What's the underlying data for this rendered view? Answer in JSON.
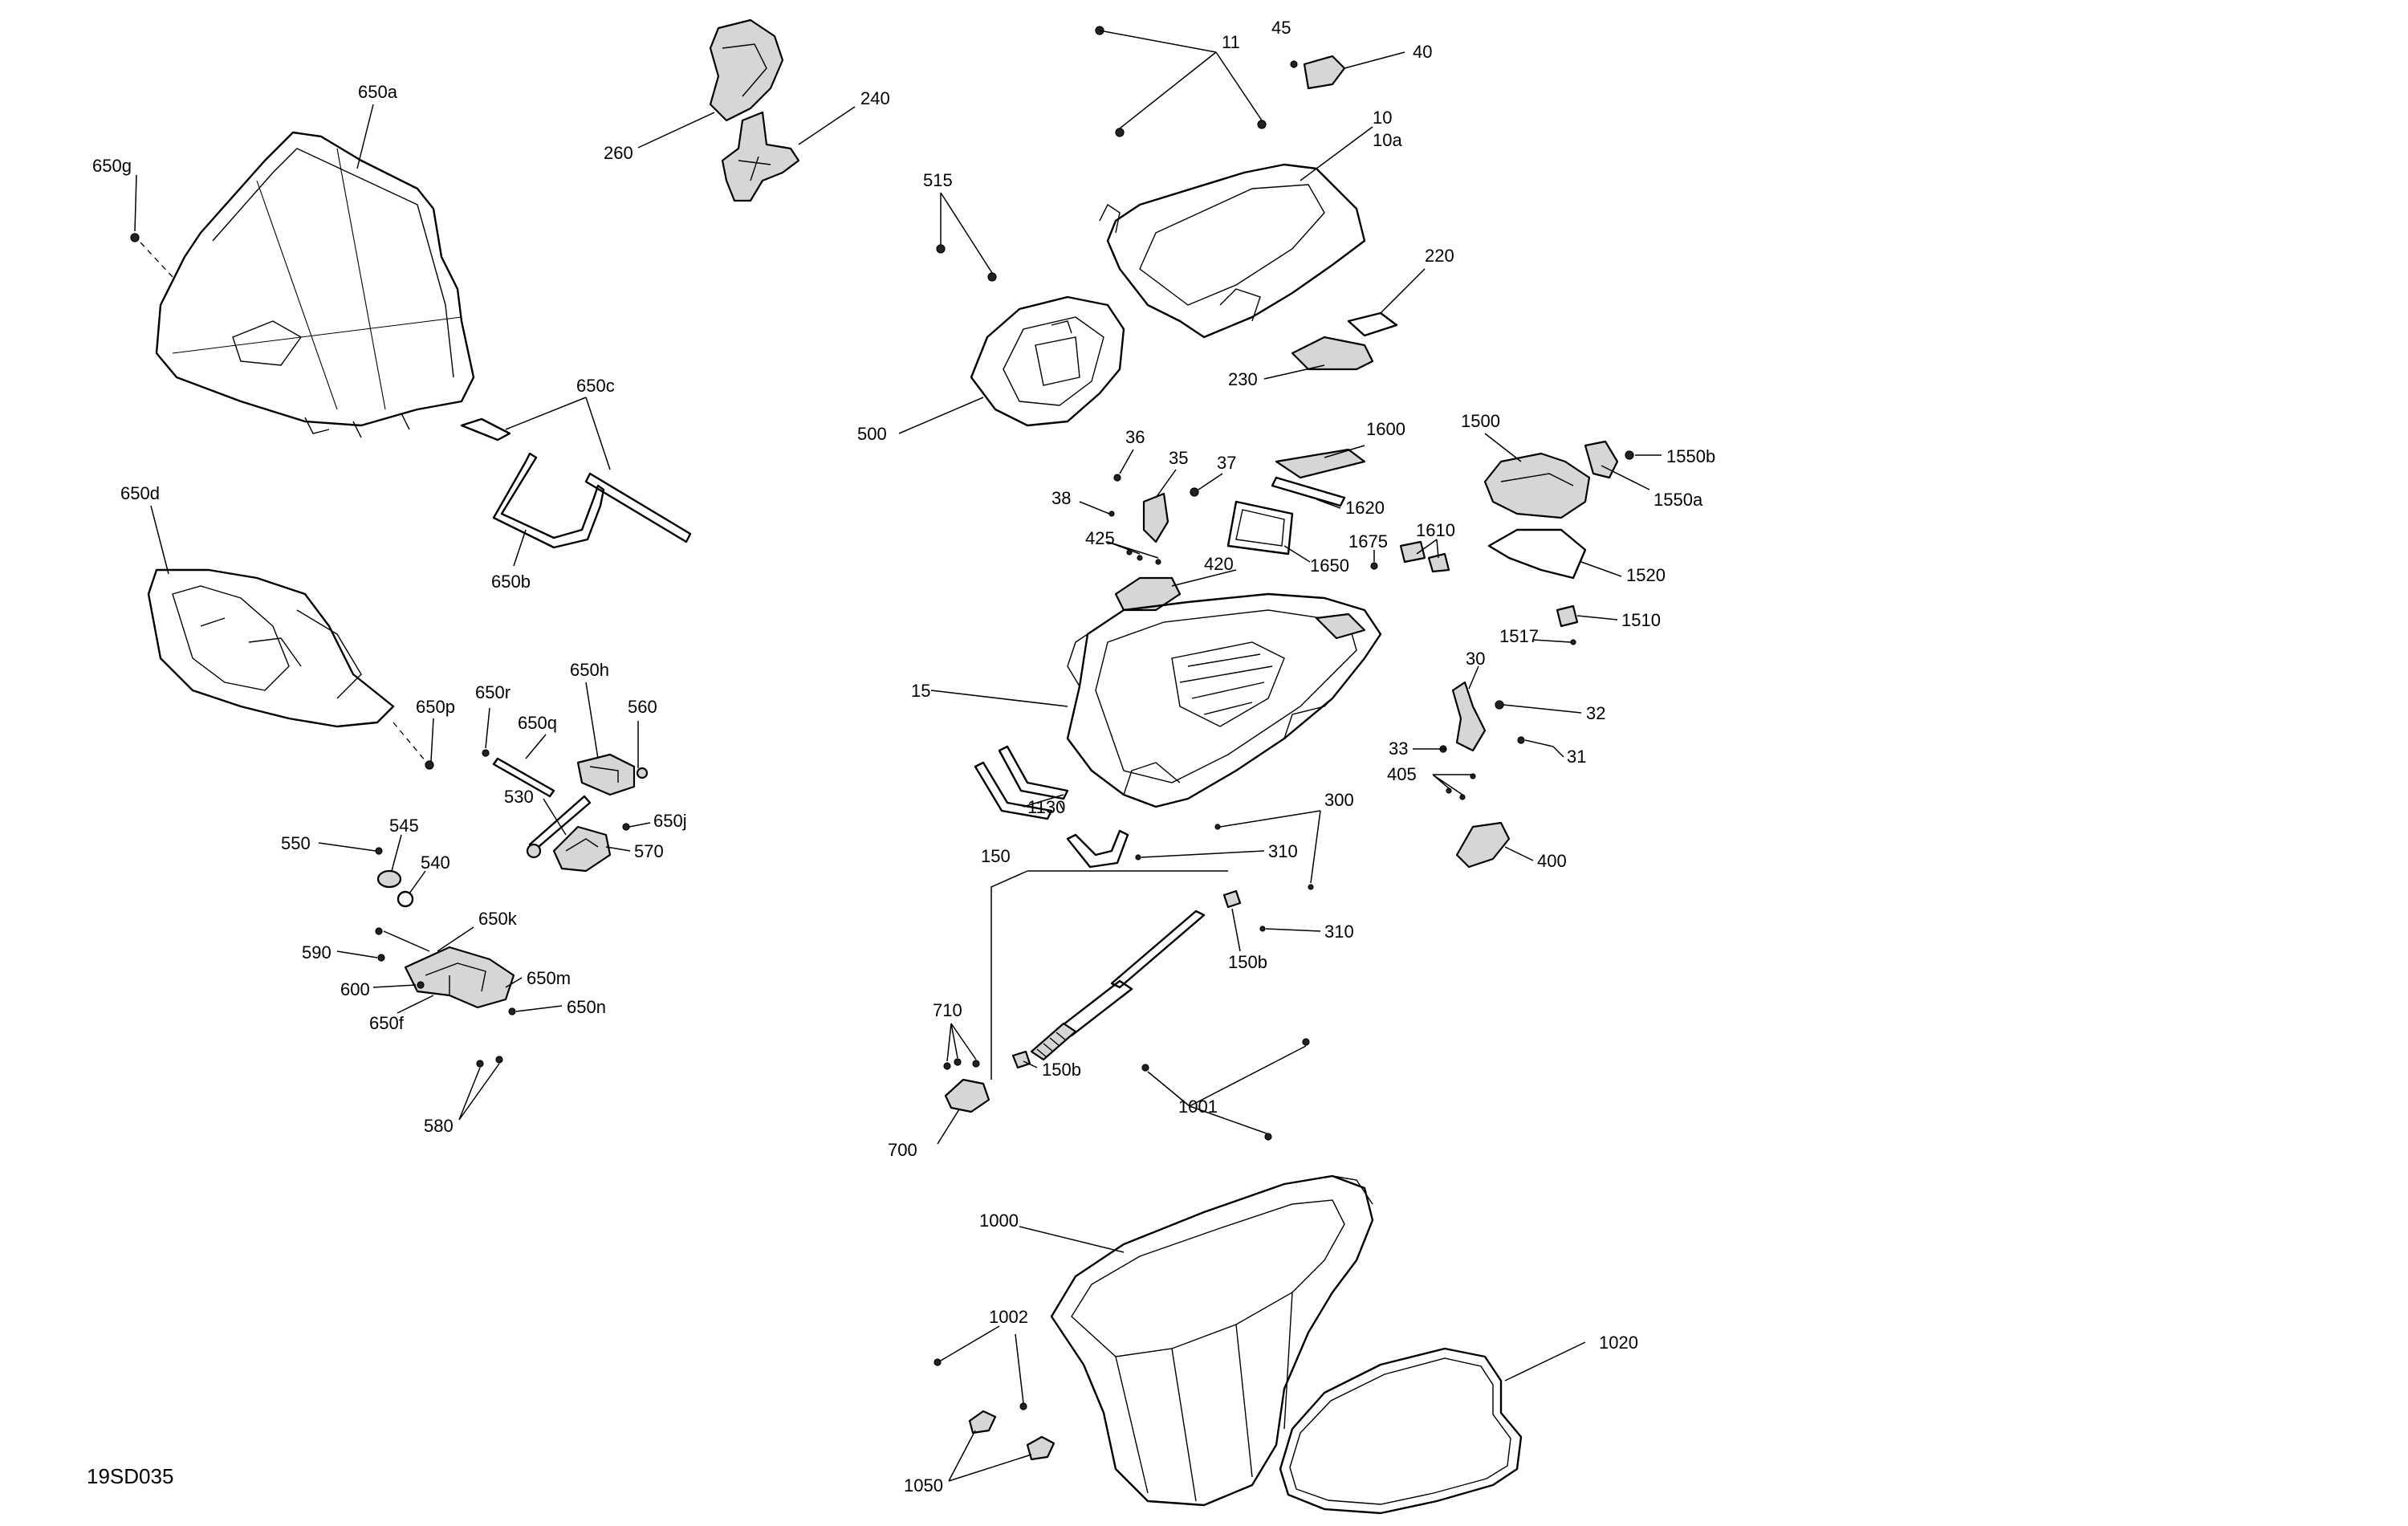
{
  "diagram_code": "19SD035",
  "labels": [
    {
      "id": "l650a",
      "text": "650a"
    },
    {
      "id": "l650g",
      "text": "650g"
    },
    {
      "id": "l260",
      "text": "260"
    },
    {
      "id": "l240",
      "text": "240"
    },
    {
      "id": "l11",
      "text": "11"
    },
    {
      "id": "l45",
      "text": "45"
    },
    {
      "id": "l40",
      "text": "40"
    },
    {
      "id": "l10",
      "text": "10"
    },
    {
      "id": "l10a",
      "text": "10a"
    },
    {
      "id": "l515",
      "text": "515"
    },
    {
      "id": "l220",
      "text": "220"
    },
    {
      "id": "l230",
      "text": "230"
    },
    {
      "id": "l500",
      "text": "500"
    },
    {
      "id": "l650c",
      "text": "650c"
    },
    {
      "id": "l650b",
      "text": "650b"
    },
    {
      "id": "l650d",
      "text": "650d"
    },
    {
      "id": "l36",
      "text": "36"
    },
    {
      "id": "l35",
      "text": "35"
    },
    {
      "id": "l37",
      "text": "37"
    },
    {
      "id": "l1600",
      "text": "1600"
    },
    {
      "id": "l1500",
      "text": "1500"
    },
    {
      "id": "l1550b",
      "text": "1550b"
    },
    {
      "id": "l1550a",
      "text": "1550a"
    },
    {
      "id": "l38",
      "text": "38"
    },
    {
      "id": "l1620",
      "text": "1620"
    },
    {
      "id": "l425",
      "text": "425"
    },
    {
      "id": "l1675",
      "text": "1675"
    },
    {
      "id": "l1610",
      "text": "1610"
    },
    {
      "id": "l1650",
      "text": "1650"
    },
    {
      "id": "l420",
      "text": "420"
    },
    {
      "id": "l1520",
      "text": "1520"
    },
    {
      "id": "l1510",
      "text": "1510"
    },
    {
      "id": "l1517",
      "text": "1517"
    },
    {
      "id": "l15",
      "text": "15"
    },
    {
      "id": "l30",
      "text": "30"
    },
    {
      "id": "l32",
      "text": "32"
    },
    {
      "id": "l650h",
      "text": "650h"
    },
    {
      "id": "l650r",
      "text": "650r"
    },
    {
      "id": "l650p",
      "text": "650p"
    },
    {
      "id": "l650q",
      "text": "650q"
    },
    {
      "id": "l560",
      "text": "560"
    },
    {
      "id": "l33",
      "text": "33"
    },
    {
      "id": "l31",
      "text": "31"
    },
    {
      "id": "l405",
      "text": "405"
    },
    {
      "id": "l530",
      "text": "530"
    },
    {
      "id": "l650j",
      "text": "650j"
    },
    {
      "id": "l570",
      "text": "570"
    },
    {
      "id": "l1130",
      "text": "1130"
    },
    {
      "id": "l300",
      "text": "300"
    },
    {
      "id": "l545",
      "text": "545"
    },
    {
      "id": "l550",
      "text": "550"
    },
    {
      "id": "l540",
      "text": "540"
    },
    {
      "id": "l150",
      "text": "150"
    },
    {
      "id": "l310a",
      "text": "310"
    },
    {
      "id": "l400",
      "text": "400"
    },
    {
      "id": "l650k",
      "text": "650k"
    },
    {
      "id": "l590",
      "text": "590"
    },
    {
      "id": "l310b",
      "text": "310"
    },
    {
      "id": "l150b_1",
      "text": "150b"
    },
    {
      "id": "l650m",
      "text": "650m"
    },
    {
      "id": "l600",
      "text": "600"
    },
    {
      "id": "l650n",
      "text": "650n"
    },
    {
      "id": "l650f",
      "text": "650f"
    },
    {
      "id": "l710",
      "text": "710"
    },
    {
      "id": "l150b_2",
      "text": "150b"
    },
    {
      "id": "l1001",
      "text": "1001"
    },
    {
      "id": "l580",
      "text": "580"
    },
    {
      "id": "l700",
      "text": "700"
    },
    {
      "id": "l1000",
      "text": "1000"
    },
    {
      "id": "l1002",
      "text": "1002"
    },
    {
      "id": "l1020",
      "text": "1020"
    },
    {
      "id": "l1050",
      "text": "1050"
    }
  ]
}
